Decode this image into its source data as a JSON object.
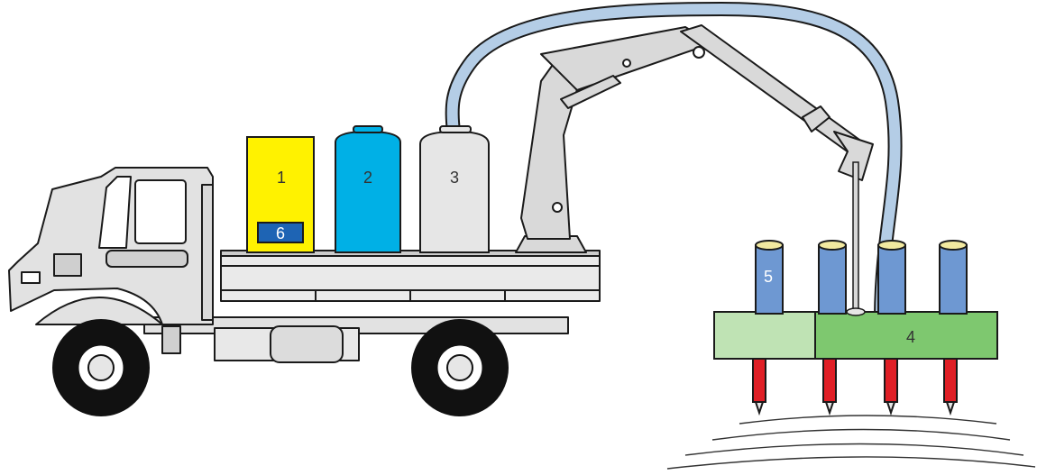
{
  "labels": {
    "tank1": "1",
    "tank2": "2",
    "tank3": "3",
    "foundation": "4",
    "pile": "5",
    "panel": "6"
  },
  "colors": {
    "tank1": "#fff200",
    "tank2": "#00b0e6",
    "tank3": "#e6e6e6",
    "panel": "#1e64b4",
    "hose": "#b4cde6",
    "crane": "#d9d9d9",
    "truck": "#e2e2e2",
    "foundation_top": "#bfe3b4",
    "foundation_front": "#7ec86f",
    "pile": "#6e98d2",
    "anchor": "#e01f26",
    "outline": "#1a1a1a"
  }
}
